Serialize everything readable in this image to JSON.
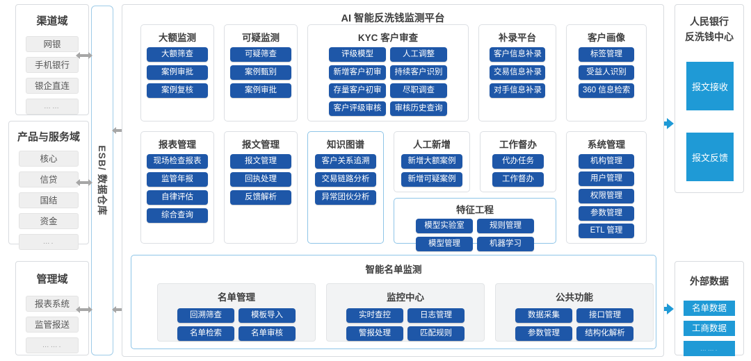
{
  "diagram": {
    "left_domains": [
      {
        "title": "渠道域",
        "items": [
          "网银",
          "手机银行",
          "银企直连",
          "……"
        ]
      },
      {
        "title": "产品与服务域",
        "items": [
          "核心",
          "信贷",
          "国结",
          "资金",
          "…."
        ]
      },
      {
        "title": "管理域",
        "items": [
          "报表系统",
          "监管报送",
          "……."
        ]
      }
    ],
    "esb": {
      "label": "ESB/ 数据仓库"
    },
    "platform": {
      "title": "AI 智能反洗钱监测平台",
      "row1": [
        {
          "title": "大额监测",
          "buttons": [
            "大额筛查",
            "案例审批",
            "案例复核"
          ]
        },
        {
          "title": "可疑监测",
          "buttons": [
            "可疑筛查",
            "案例甄别",
            "案例审批"
          ]
        },
        {
          "title": "KYC 客户审查",
          "buttons": [
            "评级模型",
            "人工调整",
            "新增客户初审",
            "持续客户识别",
            "存量客户初审",
            "尽职调查",
            "客户评级审核",
            "审核历史查询"
          ]
        },
        {
          "title": "补录平台",
          "buttons": [
            "客户信息补录",
            "交易信息补录",
            "对手信息补录"
          ]
        },
        {
          "title": "客户画像",
          "buttons": [
            "标签管理",
            "受益人识别",
            "360 信息检索"
          ]
        }
      ],
      "row2": [
        {
          "title": "报表管理",
          "buttons": [
            "现场检查报表",
            "监管年报",
            "自律评估",
            "综合查询"
          ]
        },
        {
          "title": "报文管理",
          "buttons": [
            "报文管理",
            "回执处理",
            "反馈解析"
          ]
        },
        {
          "title": "知识图谱",
          "buttons": [
            "客户关系追溯",
            "交易链路分析",
            "异常团伙分析"
          ]
        },
        {
          "title": "人工新增",
          "buttons": [
            "新增大额案例",
            "新增可疑案例"
          ]
        },
        {
          "title": "工作督办",
          "buttons": [
            "代办任务",
            "工作督办"
          ]
        },
        {
          "title": "系统管理",
          "buttons": [
            "机构管理",
            "用户管理",
            "权限管理",
            "参数管理",
            "ETL 管理"
          ]
        }
      ],
      "feature_engineering": {
        "title": "特征工程",
        "buttons": [
          "模型实验室",
          "规则管理",
          "模型管理",
          "机器学习"
        ]
      },
      "smart_list": {
        "title": "智能名单监测",
        "groups": [
          {
            "title": "名单管理",
            "buttons": [
              "回溯筛查",
              "模板导入",
              "名单检索",
              "名单审核"
            ]
          },
          {
            "title": "监控中心",
            "buttons": [
              "实时查控",
              "日志管理",
              "警报处理",
              "匹配规则"
            ]
          },
          {
            "title": "公共功能",
            "buttons": [
              "数据采集",
              "接口管理",
              "参数管理",
              "结构化解析"
            ]
          }
        ]
      }
    },
    "right_panels": [
      {
        "title": "人民银行\n反洗钱中心",
        "title_line1": "人民银行",
        "title_line2": "反洗钱中心",
        "blocks": [
          "报文接收",
          "报文反馈"
        ]
      },
      {
        "title": "外部数据",
        "chips": [
          "名单数据",
          "工商数据",
          "……."
        ]
      }
    ],
    "colors": {
      "button_blue": "#1e57a8",
      "cyan": "#1f9ad6",
      "accent_border": "#8ec5e8",
      "panel_border": "#d8dbdf",
      "chip_grey": "#efefef"
    }
  }
}
